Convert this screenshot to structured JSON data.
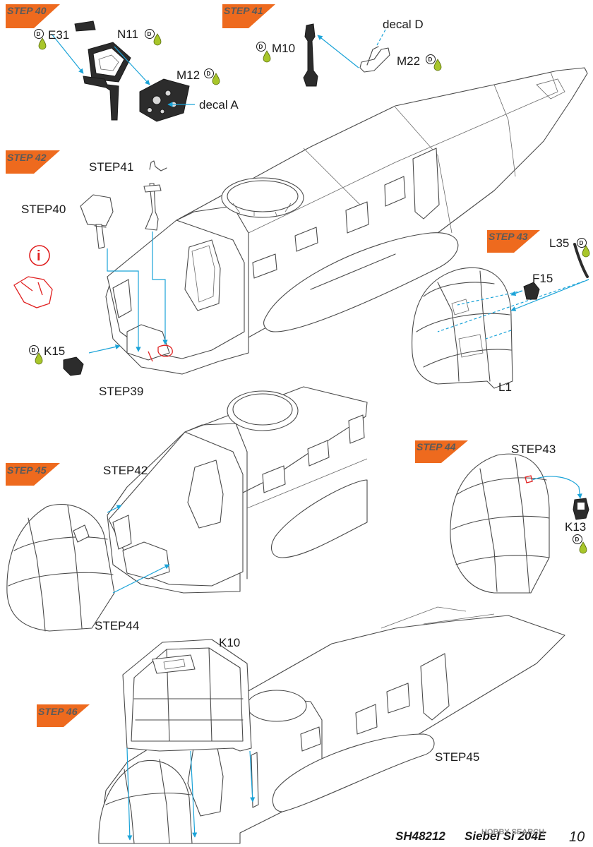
{
  "steps": {
    "s40": "STEP 40",
    "s41": "STEP 41",
    "s42": "STEP 42",
    "s43": "STEP 43",
    "s44": "STEP 44",
    "s45": "STEP 45",
    "s46": "STEP 46"
  },
  "parts": {
    "e31": "E31",
    "n11": "N11",
    "m12": "M12",
    "decal_a": "decal A",
    "m10": "M10",
    "decal_d": "decal D",
    "m22": "M22",
    "k15": "K15",
    "l35": "L35",
    "f15": "F15",
    "l1": "L1",
    "k13": "K13",
    "k10": "K10"
  },
  "refs": {
    "step41": "STEP41",
    "step40": "STEP40",
    "step39": "STEP39",
    "step42": "STEP42",
    "step43": "STEP43",
    "step44": "STEP44",
    "step45": "STEP45"
  },
  "markers": {
    "d_letter": "D",
    "info_letter": "i"
  },
  "footer": {
    "code": "SH48212",
    "title": "Siebel Si 204E",
    "page": "10",
    "watermark": "HOBBY SEARCH"
  },
  "colors": {
    "step_flag": "#ee6a1e",
    "arrow": "#1aa3d8",
    "highlight": "#e02020",
    "glue_drop": "#a8c62a"
  }
}
